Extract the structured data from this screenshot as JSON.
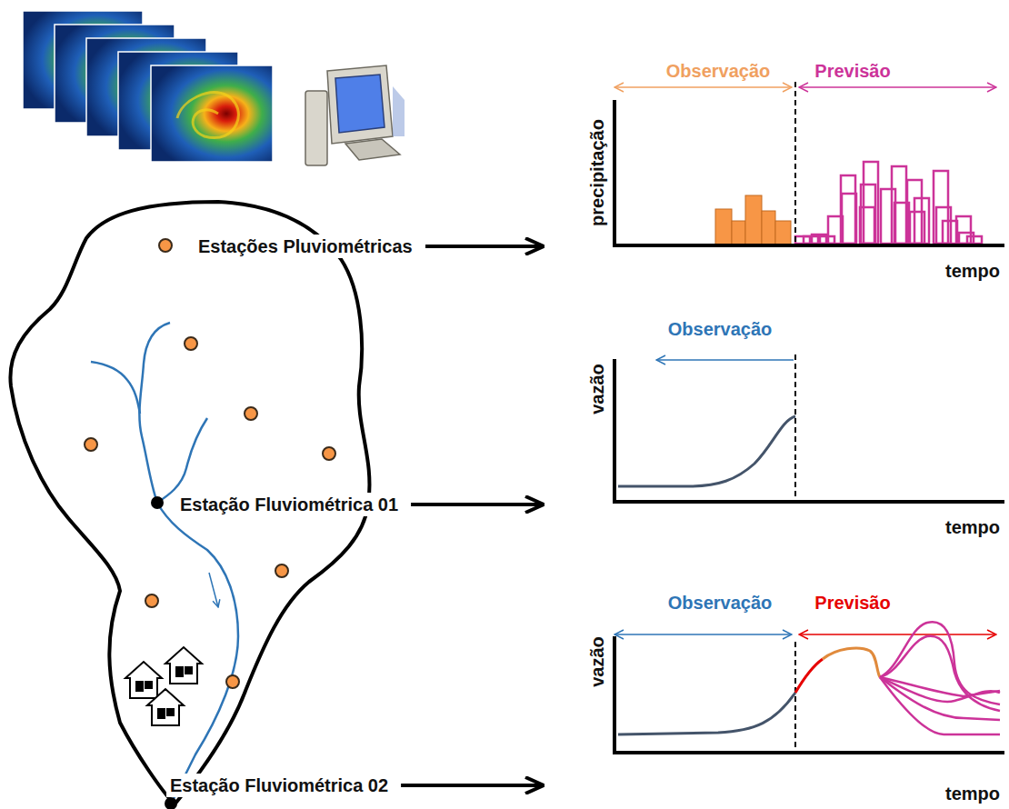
{
  "diagram": {
    "nodes": [
      {
        "text": [
          "Estações Pluviométricas"
        ]
      },
      {
        "text": [
          "Observação",
          "Previsão",
          "precipitação",
          "tempo"
        ]
      },
      {
        "text": [
          "Estação Fluviométrica 01"
        ]
      },
      {
        "text": [
          "Observação",
          "vazão",
          "tempo"
        ]
      },
      {
        "text": [
          "Estação Fluviométrica 02"
        ]
      },
      {
        "text": [
          "Observação",
          "Previsão",
          "vazão",
          "tempo"
        ]
      }
    ],
    "edges": [
      {
        "from": 0,
        "to": 1,
        "arrow": "to"
      },
      {
        "from": 2,
        "to": 3,
        "arrow": "to"
      },
      {
        "from": 4,
        "to": 5,
        "arrow": "to"
      }
    ]
  }
}
